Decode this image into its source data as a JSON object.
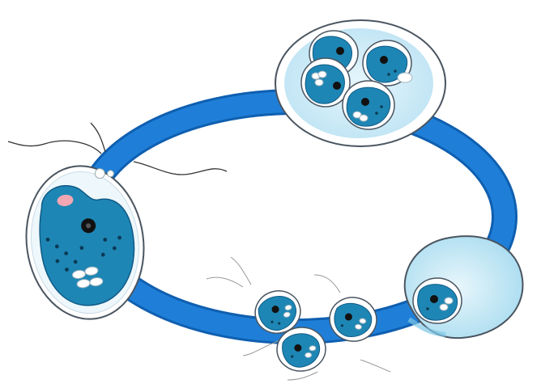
{
  "diagram": {
    "kind": "life-cycle",
    "stages": [
      {
        "id": "adult",
        "icon": "biflagellate-cell-icon",
        "cell_count": 1
      },
      {
        "id": "cyst-division",
        "icon": "cyst-icon",
        "cell_count": 4
      },
      {
        "id": "released-zoospores",
        "icon": "zoospore-icon",
        "cell_count": 3
      },
      {
        "id": "encysting-cell",
        "icon": "encysting-cell-icon",
        "cell_count": 1
      }
    ],
    "colors": {
      "ring": "#1f7fd8",
      "ring_edge": "#0f5fb0",
      "cell_teal": "#1e86b4",
      "cell_dark": "#0f5a86",
      "cyst_fill": "#cdeaf6",
      "cyst_inner": "#9fd6ee",
      "eyespot": "#f2a7b3",
      "outline": "#4a5560"
    }
  }
}
